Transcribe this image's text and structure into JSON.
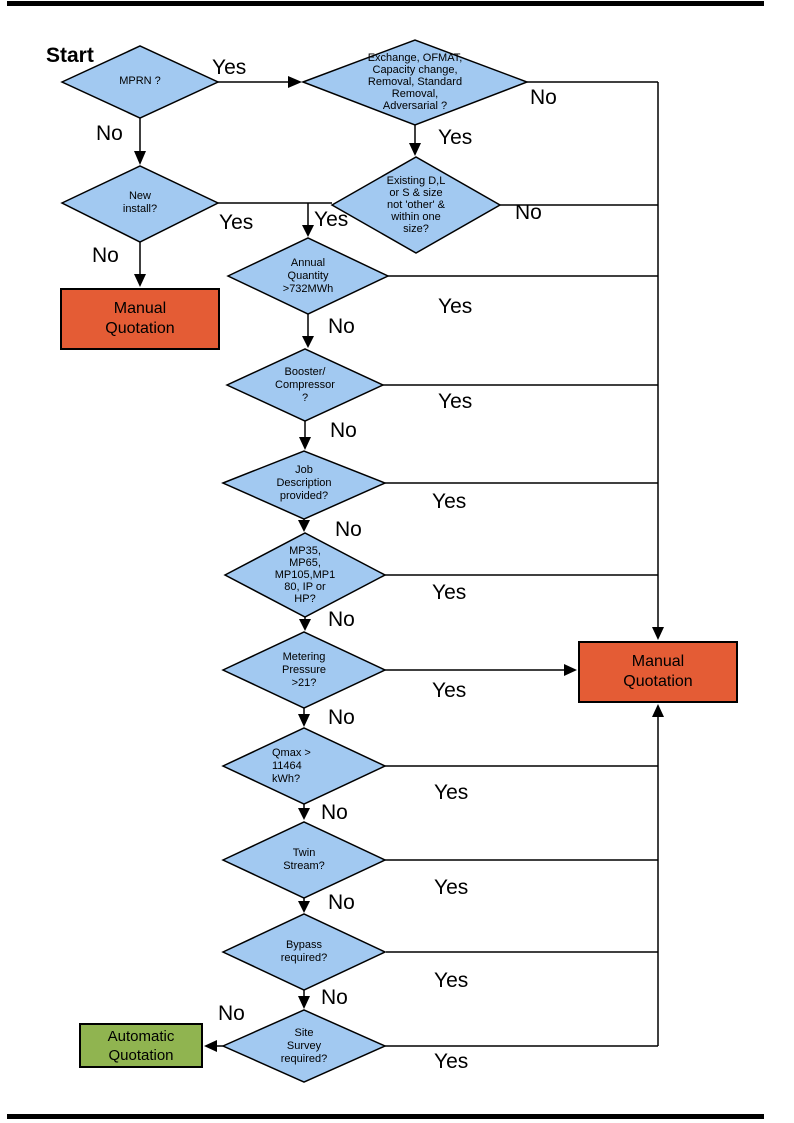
{
  "page": {
    "start_label": "Start"
  },
  "colors": {
    "decision_fill": "#A2C9F1",
    "manual_fill": "#E45C35",
    "automatic_fill": "#90B450",
    "line": "#000000"
  },
  "nodes": {
    "mprn": {
      "label": "MPRN ?"
    },
    "exchange": {
      "label": "Exchange, OFMAT,\nCapacity change,\nRemoval, Standard\nRemoval,\nAdversarial ?"
    },
    "new_install": {
      "label": "New\ninstall?"
    },
    "existing": {
      "label": "Existing D,L\nor S & size\nnot 'other' &\nwithin one\nsize?"
    },
    "annual_quantity": {
      "label": "Annual\nQuantity\n>732MWh"
    },
    "booster": {
      "label": "Booster/\nCompressor\n?"
    },
    "job_description": {
      "label": "Job\nDescription\nprovided?"
    },
    "mp_tier": {
      "label": "MP35,\nMP65,\nMP105,MP1\n80, IP or\nHP?"
    },
    "metering_pressure": {
      "label": "Metering\nPressure\n>21?"
    },
    "qmax": {
      "label": "Qmax >\n11464\nkWh?"
    },
    "twin_stream": {
      "label": "Twin\nStream?"
    },
    "bypass": {
      "label": "Bypass\nrequired?"
    },
    "site_survey": {
      "label": "Site\nSurvey\nrequired?"
    }
  },
  "terminals": {
    "manual_left": {
      "label": "Manual\nQuotation"
    },
    "manual_right": {
      "label": "Manual\nQuotation"
    },
    "automatic": {
      "label": "Automatic\nQuotation"
    }
  },
  "edge_labels": {
    "mprn_yes": "Yes",
    "mprn_no": "No",
    "exchange_no": "No",
    "exchange_yes": "Yes",
    "new_install_yes": "Yes",
    "existing_yes": "Yes",
    "existing_no": "No",
    "new_install_no": "No",
    "annual_no": "No",
    "annual_yes": "Yes",
    "booster_no": "No",
    "booster_yes": "Yes",
    "jobdesc_no": "No",
    "jobdesc_yes": "Yes",
    "mp_tier_no": "No",
    "mp_tier_yes": "Yes",
    "metering_no": "No",
    "metering_yes": "Yes",
    "qmax_no": "No",
    "qmax_yes": "Yes",
    "twin_no": "No",
    "twin_yes": "Yes",
    "bypass_no": "No",
    "bypass_yes": "Yes",
    "site_no": "No",
    "site_yes": "Yes"
  }
}
